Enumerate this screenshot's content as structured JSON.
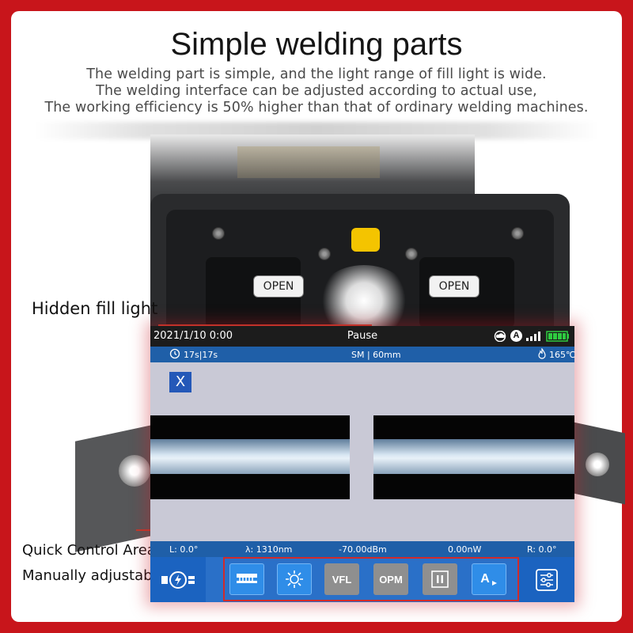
{
  "header": {
    "title": "Simple welding parts",
    "desc_lines": [
      "The welding part is simple, and the light range of fill light is wide.",
      "The welding interface can be adjusted according to actual use,",
      "The working efficiency is 50% higher than that of ordinary welding machines."
    ]
  },
  "machine": {
    "open_left": "OPEN",
    "open_right": "OPEN"
  },
  "callouts": {
    "hidden_fill_light": "Hidden fill light",
    "quick_control": "Quick Control Area",
    "manually": "Manually adjustable"
  },
  "screen": {
    "status_bar": {
      "datetime": "2021/1/10 0:00",
      "state": "Pause",
      "mode_badge": "A"
    },
    "info_bar": {
      "timers": "17s|17s",
      "fiber": "SM | 60mm",
      "temperature": "165℃"
    },
    "x_button": "X",
    "measure_bar": {
      "left": "L: 0.0°",
      "wavelength": "λ: 1310nm",
      "power_dbm": "-70.00dBm",
      "power_nw": "0.00nW",
      "right": "R: 0.0°"
    },
    "toolbar": {
      "vfl": "VFL",
      "opm": "OPM",
      "pause_icon": "pause-icon",
      "font": "A"
    }
  },
  "colors": {
    "background_red": "#c8151b",
    "screen_blue": "#1f5fa8",
    "toolbar_blue": "#2a70c8",
    "highlight_red": "#d12b2b"
  }
}
